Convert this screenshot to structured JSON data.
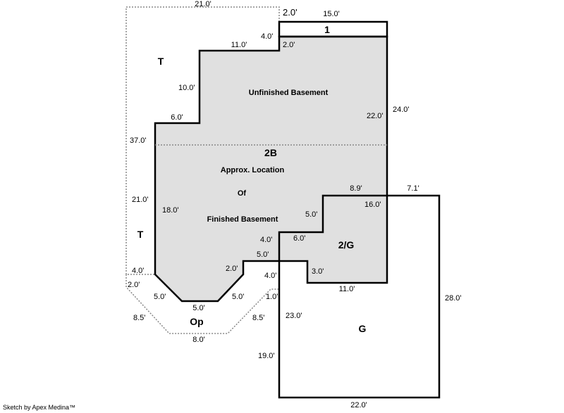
{
  "sketch": {
    "credit": "Sketch by Apex Medina™",
    "fill_color": "#e0e0e0",
    "line_color": "#000000",
    "dotted_color": "#888888"
  },
  "areas": {
    "t_top": "T",
    "t_bottom": "T",
    "one": "1",
    "unfinished": "Unfinished Basement",
    "two_b": "2B",
    "approx_1": "Approx. Location",
    "approx_2": "Of",
    "approx_3": "Finished Basement",
    "two_g": "2/G",
    "op": "Op",
    "g": "G"
  },
  "dims": {
    "t_top_width": "21.0'",
    "t_notch": "2.0'",
    "one_width": "15.0'",
    "step_4": "4.0'",
    "one_height": "2.0'",
    "upper_left_width": "11.0'",
    "upper_left_height": "10.0'",
    "left_step_width": "6.0'",
    "t_left_height": "37.0'",
    "right_height_outer": "24.0'",
    "right_height_inner": "22.0'",
    "t_lower_height": "21.0'",
    "basement_left": "18.0'",
    "g_top_left": "8.9'",
    "g_top_right": "7.1'",
    "g_inner_right": "16.0'",
    "jog_5": "5.0'",
    "jog_6": "6.0'",
    "jog_4a": "4.0'",
    "bump_5": "5.0'",
    "bump_2": "2.0'",
    "bump_4": "4.0'",
    "g_step_3": "3.0'",
    "g_bottom_11": "11.0'",
    "t_bottom_4": "4.0'",
    "op_2": "2.0'",
    "diag_left": "5.0'",
    "bottom_5": "5.0'",
    "diag_right": "5.0'",
    "op_1": "1.0'",
    "op_left_85": "8.5'",
    "op_right_85": "8.5'",
    "op_bottom": "8.0'",
    "g_inner_23": "23.0'",
    "g_left_19": "19.0'",
    "g_right_28": "28.0'",
    "g_bottom_22": "22.0'"
  }
}
